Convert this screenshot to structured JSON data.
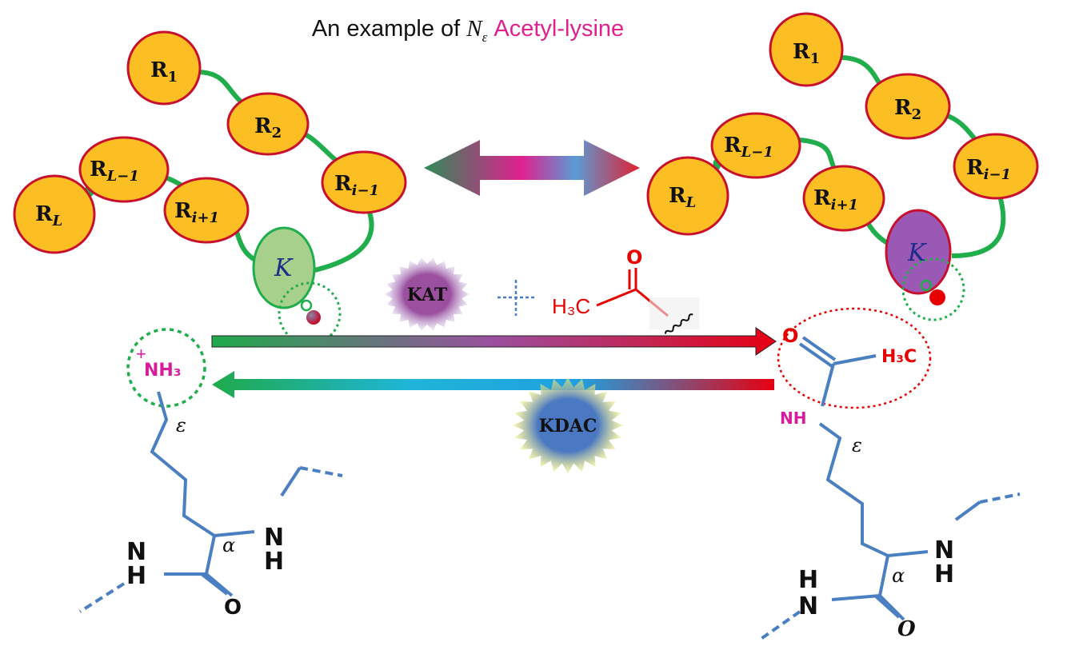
{
  "title": {
    "prefix": "An example of",
    "n_symbol": "N",
    "n_subscript": "ε",
    "highlight": "Acetyl-lysine",
    "highlight_color": "#e0208f"
  },
  "residues": {
    "r": "R",
    "sub_1": "1",
    "sub_2": "2",
    "sub_i_minus_1": "i−1",
    "sub_l_minus_1": "L−1",
    "sub_l": "L",
    "sub_i_plus_1": "i+1",
    "lysine": "K"
  },
  "enzymes": {
    "kat": "KAT",
    "kdac": "KDAC"
  },
  "chemistry": {
    "acetyl_o": "O",
    "acetyl_h3c": "H₃C",
    "ammonium_charge": "+",
    "ammonium": "NH₃",
    "amide_n": "NH",
    "acetyl_methyl_right": "H₃C",
    "acetyl_o_right": "O",
    "epsilon": "ε",
    "alpha": "α",
    "n_letter": "N",
    "h_letter": "H",
    "o_letter": "O"
  },
  "colors": {
    "residue_fill": "#fbbf24",
    "residue_stroke": "#c8102e",
    "chain": "#1fae4b",
    "backbone": "#4a7fc1",
    "acetyl_red": "#e60000",
    "magenta": "#d81b9a",
    "k_unmodified": "#a8d08d",
    "k_acetylated": "#9b59b6",
    "kat_fill": "#9b4f9f",
    "kdac_fill": "#4a78c2"
  },
  "icons": [
    "double-headed-gradient-arrow",
    "forward-acetylation-arrow",
    "reverse-deacetylation-arrow",
    "plus-sign",
    "wavy-bond-icon"
  ]
}
